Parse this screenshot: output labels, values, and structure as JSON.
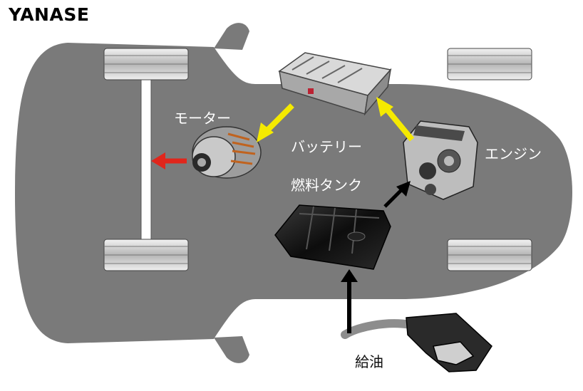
{
  "brand": "YANASE",
  "labels": {
    "motor": "モーター",
    "battery": "バッテリー",
    "engine": "エンジン",
    "fuel_tank": "燃料タンク",
    "refuel": "給油"
  },
  "colors": {
    "car_body": "#7a7a7a",
    "energy_arrow": "#f5ea00",
    "drive_arrow": "#e0261c",
    "fuel_arrow": "#000000",
    "tire": "#c8c8c8"
  }
}
